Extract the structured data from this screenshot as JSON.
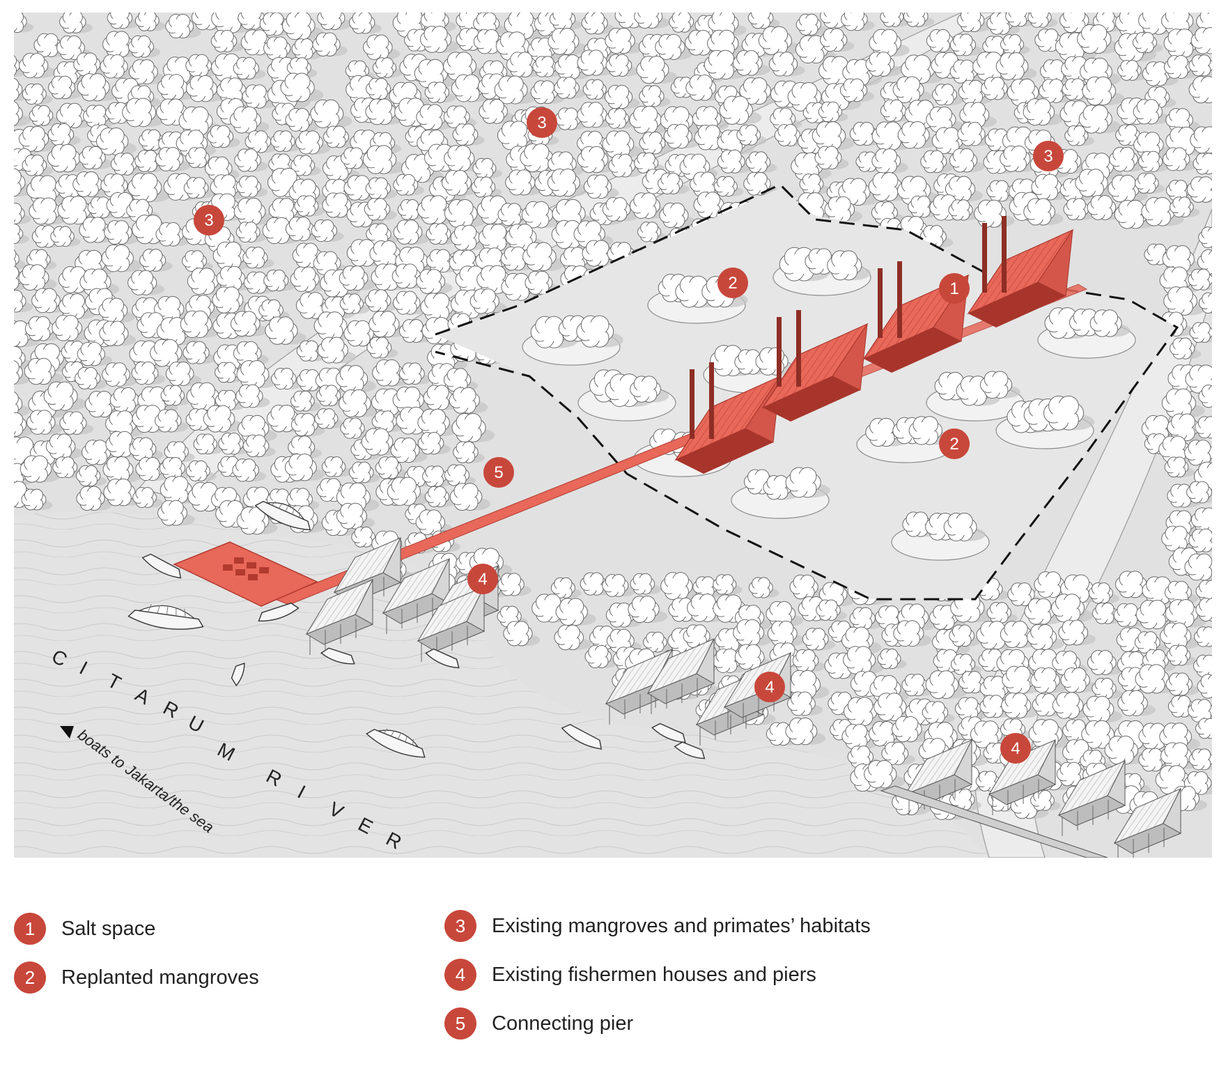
{
  "colors": {
    "accent": "#c8473b",
    "highlight": "#e8685a",
    "water": "#e3e3e3",
    "land": "#dcdcdc",
    "tree_fill": "#ffffff",
    "tree_stroke": "#555555",
    "text": "#222222"
  },
  "map_markers": [
    {
      "number": "3"
    },
    {
      "number": "3"
    },
    {
      "number": "3"
    },
    {
      "number": "2"
    },
    {
      "number": "1"
    },
    {
      "number": "2"
    },
    {
      "number": "5"
    },
    {
      "number": "4"
    },
    {
      "number": "4"
    },
    {
      "number": "4"
    }
  ],
  "river_label": {
    "letters": [
      "C",
      "I",
      "T",
      "A",
      "R",
      "U",
      "M",
      "R",
      "I",
      "V",
      "E",
      "R"
    ]
  },
  "boats_label": "boats to Jakarta/the sea",
  "legend": [
    {
      "number": "1",
      "label": "Salt space"
    },
    {
      "number": "2",
      "label": "Replanted mangroves"
    },
    {
      "number": "3",
      "label": "Existing mangroves and primates’ habitats"
    },
    {
      "number": "4",
      "label": "Existing fishermen houses and piers"
    },
    {
      "number": "5",
      "label": "Connecting pier"
    }
  ]
}
